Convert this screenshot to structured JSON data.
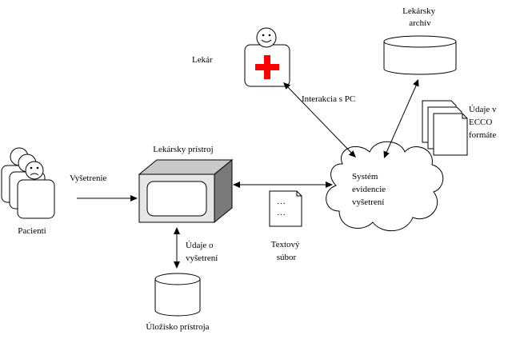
{
  "nodes": {
    "doctor": "Lekár",
    "archive": [
      "Lekársky",
      "archív"
    ],
    "ecco_data": [
      "Údaje v",
      "ECCO",
      "formáte"
    ],
    "interaction": "Interakcia s PC",
    "device": "Lekársky prístroj",
    "examination": "Vyšetrenie",
    "patients": "Pacienti",
    "system": [
      "Systém",
      "evidencie",
      "vyšetrení"
    ],
    "text_file_content": [
      "…",
      "…"
    ],
    "text_file": [
      "Textový",
      "súbor"
    ],
    "exam_data": [
      "Údaje o",
      "vyšetrení"
    ],
    "device_storage": "Úložisko prístroja"
  }
}
